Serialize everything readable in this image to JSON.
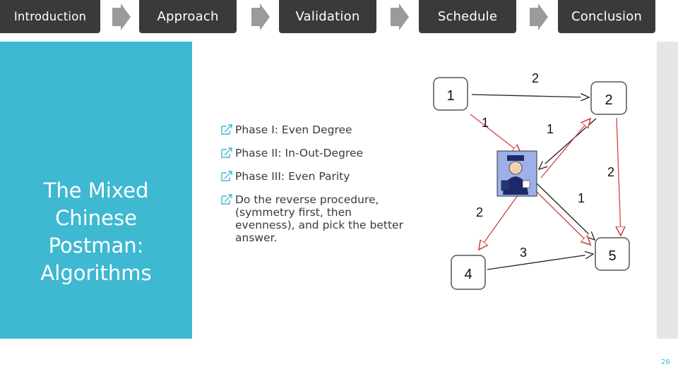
{
  "nav": {
    "tabs": [
      {
        "label": "Introduction"
      },
      {
        "label": "Approach"
      },
      {
        "label": "Validation"
      },
      {
        "label": "Schedule"
      },
      {
        "label": "Conclusion"
      }
    ]
  },
  "title": {
    "lines": [
      "The Mixed",
      "Chinese",
      "Postman:",
      "Algorithms"
    ]
  },
  "bullets": [
    "Phase I: Even Degree",
    "Phase II: In-Out-Degree",
    "Phase III: Even Parity",
    "Do the reverse procedure, (symmetry first, then evenness), and pick the better answer."
  ],
  "graph": {
    "nodes": [
      "1",
      "2",
      "4",
      "5"
    ],
    "edge_weights": [
      "2",
      "1",
      "1",
      "2",
      "1",
      "2",
      "3"
    ]
  },
  "colors": {
    "accent": "#3fb8d2",
    "nav_bg": "#3a3a3a",
    "arrow_red": "#d04040"
  },
  "page": {
    "number": "26"
  }
}
